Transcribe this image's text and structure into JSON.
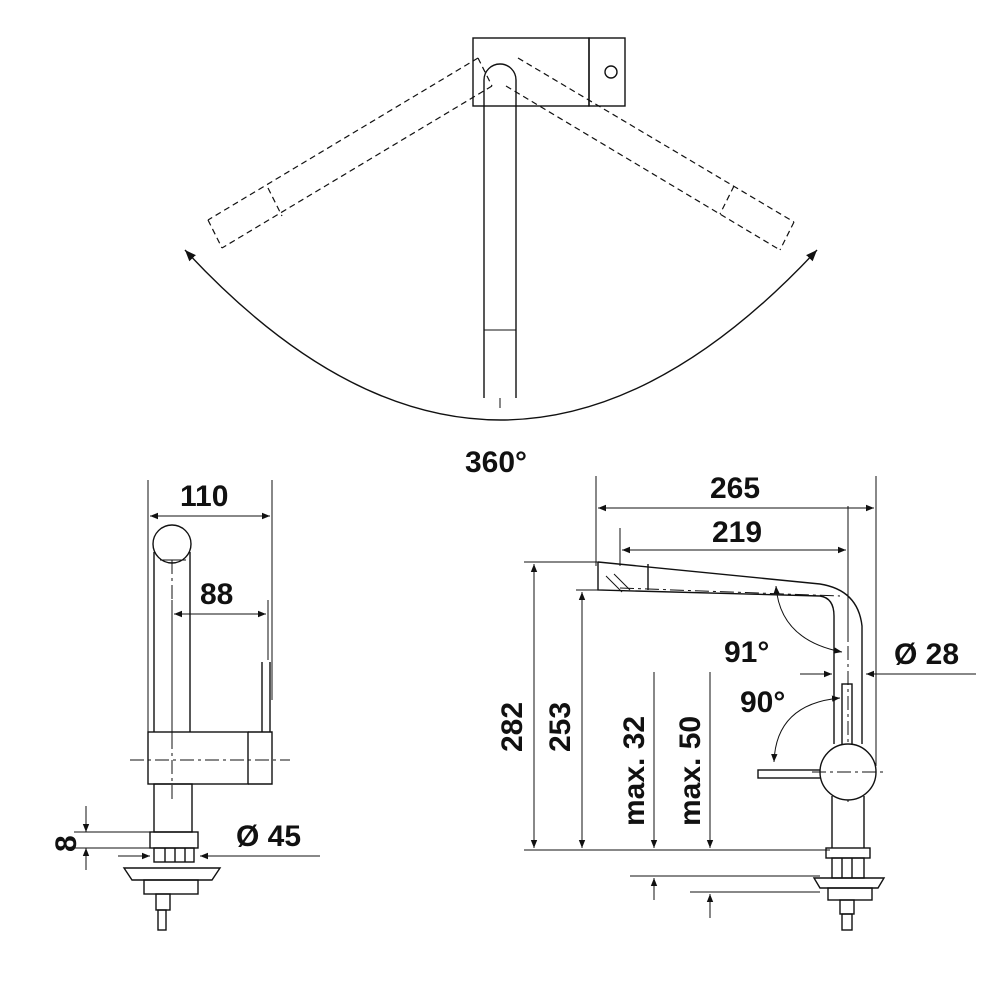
{
  "colors": {
    "ink": "#111111",
    "background": "#ffffff"
  },
  "top_view": {
    "rotation_label": "360°"
  },
  "side_view": {
    "width_total": "110",
    "spout_reach": "88",
    "nut_height": "8",
    "base_diameter": "Ø 45"
  },
  "front_view": {
    "length_total": "265",
    "spout_length": "219",
    "height_total": "282",
    "spout_height": "253",
    "max_thickness_a": "max. 32",
    "max_thickness_b": "max. 50",
    "spout_angle": "91°",
    "lever_angle": "90°",
    "body_diameter": "Ø 28"
  }
}
